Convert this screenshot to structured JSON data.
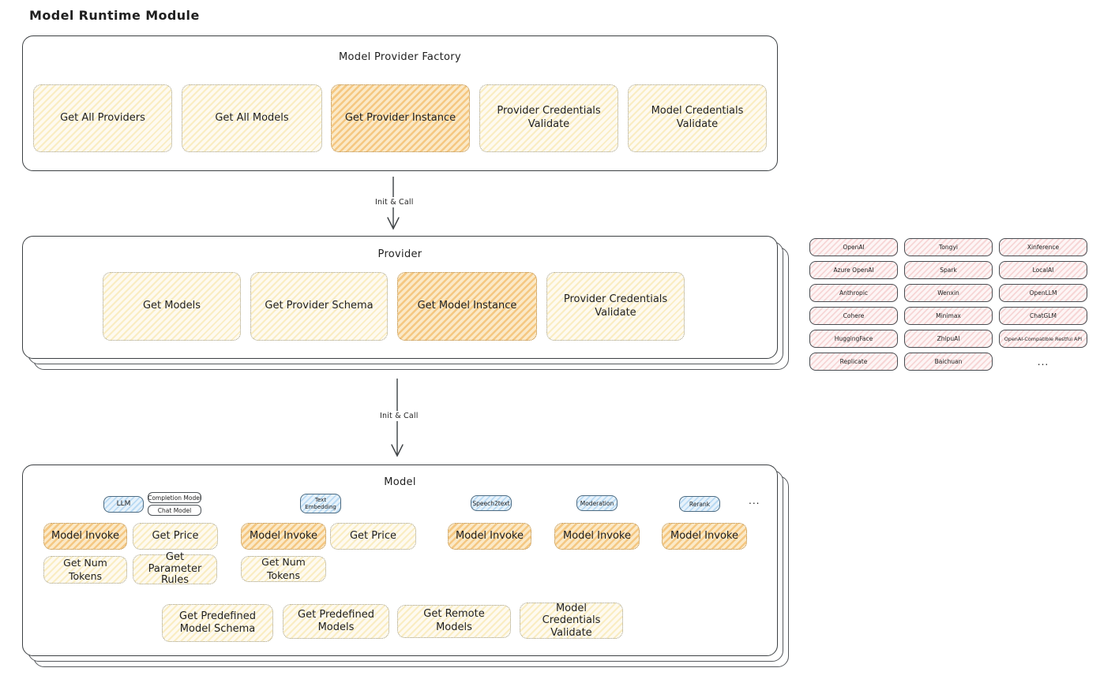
{
  "page_title": "Model Runtime Module",
  "arrows": {
    "factory_to_provider": "Init & Call",
    "provider_to_model": "Init & Call"
  },
  "factory": {
    "title": "Model Provider Factory",
    "boxes": [
      {
        "label": "Get All Providers",
        "highlighted": false
      },
      {
        "label": "Get All Models",
        "highlighted": false
      },
      {
        "label": "Get Provider Instance",
        "highlighted": true
      },
      {
        "label": "Provider Credentials Validate",
        "highlighted": false
      },
      {
        "label": "Model Credentials Validate",
        "highlighted": false
      }
    ]
  },
  "provider": {
    "title": "Provider",
    "boxes": [
      {
        "label": "Get Models",
        "highlighted": false
      },
      {
        "label": "Get Provider Schema",
        "highlighted": false
      },
      {
        "label": "Get Model Instance",
        "highlighted": true
      },
      {
        "label": "Provider Credentials Validate",
        "highlighted": false
      }
    ]
  },
  "providers_grid": {
    "items": [
      "OpenAI",
      "Tongyi",
      "Xinference",
      "Azure OpenAI",
      "Spark",
      "LocalAI",
      "Anthropic",
      "Wenxin",
      "OpenLLM",
      "Cohere",
      "Minimax",
      "ChatGLM",
      "HuggingFace",
      "ZhipuAI",
      "OpenAI-Compatible Restful API",
      "Replicate",
      "Baichuan",
      "..."
    ]
  },
  "model": {
    "title": "Model",
    "tabs": {
      "llm": "LLM",
      "completion_model": "Completion Model",
      "chat_model": "Chat Model",
      "text_embedding": "Text Embedding",
      "speech2text": "Speech2text",
      "moderation": "Moderation",
      "rerank": "Rerank",
      "more": "..."
    },
    "ops": {
      "llm": [
        "Model Invoke",
        "Get Price",
        "Get Num Tokens",
        "Get Parameter Rules"
      ],
      "text_embedding": [
        "Model Invoke",
        "Get Price",
        "Get Num Tokens"
      ],
      "speech2text": [
        "Model Invoke"
      ],
      "moderation": [
        "Model Invoke"
      ],
      "rerank": [
        "Model Invoke"
      ]
    },
    "shared_ops": [
      "Get Predefined Model Schema",
      "Get Predefined Models",
      "Get Remote Models",
      "Model Credentials Validate"
    ]
  },
  "colors": {
    "highlight_fill": "#f0ac46",
    "yellow_fill": "#f3d778",
    "pink_fill": "#eeaaaa",
    "blue_fill": "#8cc3eb",
    "outline": "#3c4043"
  }
}
